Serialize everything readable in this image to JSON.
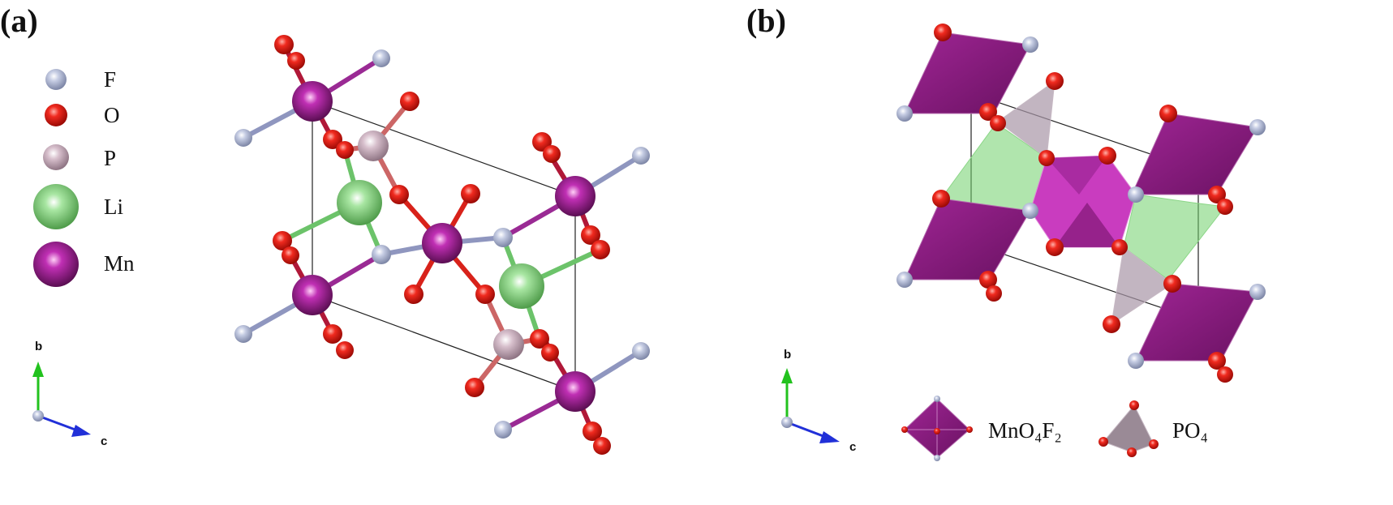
{
  "panel_a": {
    "label": "(a)",
    "legend": [
      {
        "symbol": "F",
        "color": "#aab4cf",
        "icon": "fluorine-atom-icon"
      },
      {
        "symbol": "O",
        "color": "#e41a13",
        "icon": "oxygen-atom-icon"
      },
      {
        "symbol": "P",
        "color": "#c6aab8",
        "icon": "phosphorus-atom-icon"
      },
      {
        "symbol": "Li",
        "color": "#7fd07a",
        "icon": "lithium-atom-icon"
      },
      {
        "symbol": "Mn",
        "color": "#9c1f8f",
        "icon": "manganese-atom-icon"
      }
    ],
    "axes": {
      "b": "b",
      "c": "c"
    }
  },
  "panel_b": {
    "label": "(b)",
    "legend": [
      {
        "name": "MnO₄F₂",
        "icon": "mno4f2-octahedron-icon",
        "color": "#8a1b7e"
      },
      {
        "name": "PO₄",
        "icon": "po4-tetrahedron-icon",
        "color": "#9a8a96"
      }
    ],
    "axes": {
      "b": "b",
      "c": "c"
    }
  }
}
